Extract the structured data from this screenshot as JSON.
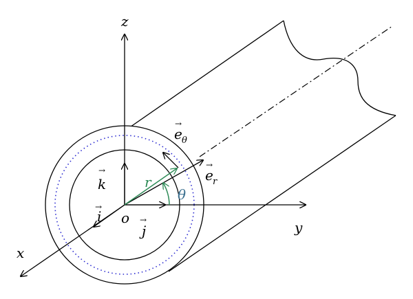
{
  "labels": {
    "z": "z",
    "x": "x",
    "y": "y",
    "o": "o",
    "i": "i",
    "j": "j",
    "k": "k",
    "e_theta": "e",
    "e_theta_sub": "θ",
    "e_r": "e",
    "e_r_sub": "r",
    "r": "r",
    "theta": "θ",
    "vec_arrow": "→"
  },
  "colors": {
    "line": "#000000",
    "radius": "#2e8b57",
    "angle_label": "#3a6f8f",
    "dotted_circle": "#2a2ad0"
  }
}
